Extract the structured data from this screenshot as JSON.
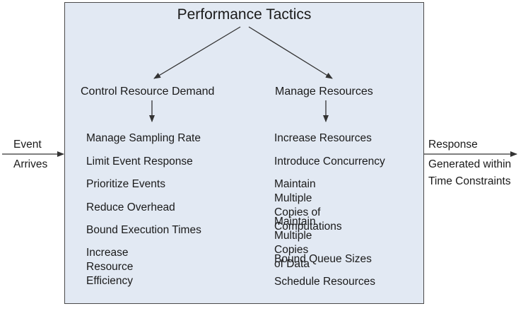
{
  "title": "Performance Tactics",
  "left_column": {
    "heading": "Control Resource Demand",
    "items": [
      "Manage Sampling Rate",
      "Limit Event Response",
      "Prioritize Events",
      "Reduce Overhead",
      "Bound Execution Times",
      "Increase Resource\nEfficiency"
    ]
  },
  "right_column": {
    "heading": "Manage Resources",
    "items": [
      "Increase Resources",
      "Introduce Concurrency",
      "Maintain Multiple\nCopies of Computations",
      "Maintain Multiple\nCopies of Data",
      "Bound Queue Sizes",
      "Schedule Resources"
    ]
  },
  "input": {
    "line1": "Event",
    "line2": "Arrives"
  },
  "output": {
    "line1": "Response",
    "line2": "Generated within",
    "line3": "Time Constraints"
  },
  "colors": {
    "box_fill": "#e2e9f3",
    "line": "#333333"
  }
}
